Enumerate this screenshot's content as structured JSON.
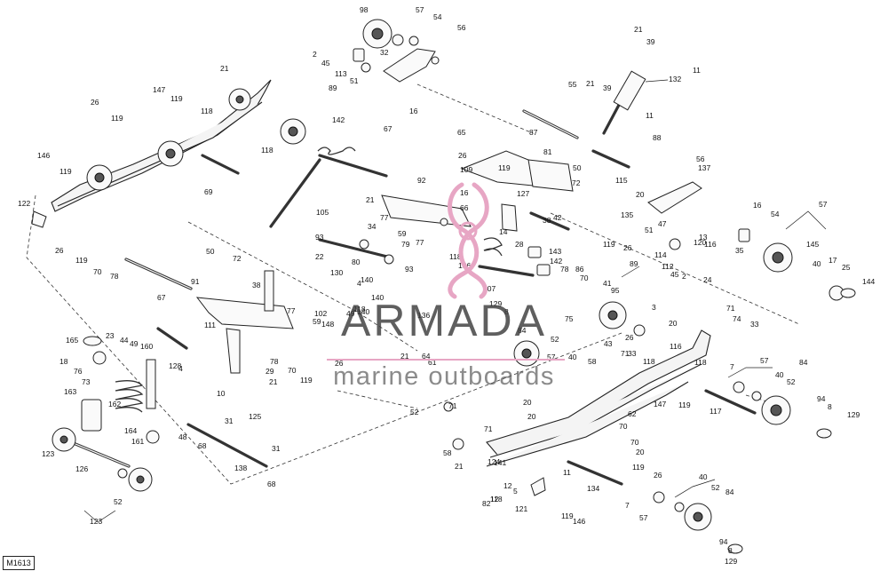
{
  "figure_code": "M1613",
  "watermark": {
    "brand": "ARMADA",
    "subtitle": "marine outboards"
  },
  "colors": {
    "accent": "#e7a6c4",
    "line": "#222222",
    "paper": "#ffffff"
  },
  "callouts": [
    [
      "98",
      "57",
      "54",
      "56",
      "21",
      "39",
      "11"
    ],
    [
      "2",
      "45",
      "113",
      "51",
      "32",
      "16",
      "132"
    ],
    [
      "21",
      "147",
      "119",
      "118",
      "89",
      "142",
      "55",
      "21",
      "39",
      "11"
    ],
    [
      "26",
      "119",
      "118",
      "67",
      "65",
      "87",
      "88",
      "26",
      "109",
      "119",
      "50",
      "81"
    ],
    [
      "146",
      "119",
      "69",
      "105",
      "21",
      "92",
      "16",
      "127",
      "72",
      "56",
      "137",
      "115",
      "20"
    ],
    [
      "122",
      "77",
      "34",
      "66",
      "38",
      "42",
      "47",
      "135",
      "16",
      "54",
      "57",
      "98"
    ],
    [
      "26",
      "119",
      "70",
      "78",
      "93",
      "22",
      "80",
      "59",
      "79",
      "77",
      "118",
      "136",
      "14",
      "28",
      "143",
      "120",
      "13",
      "119",
      "26",
      "51",
      "114",
      "112",
      "45",
      "2",
      "24",
      "116",
      "35",
      "145",
      "40",
      "17",
      "25",
      "144",
      "129"
    ],
    [
      "50",
      "72",
      "93",
      "130",
      "4",
      "140",
      "107",
      "142",
      "78",
      "86",
      "70",
      "89",
      "41",
      "95"
    ],
    [
      "91",
      "67",
      "38",
      "77",
      "102",
      "140",
      "49",
      "148",
      "8",
      "129",
      "75",
      "3",
      "71",
      "74",
      "33",
      "43"
    ],
    [
      "165",
      "23",
      "44",
      "49",
      "111",
      "160",
      "140",
      "59",
      "118",
      "136",
      "52",
      "84",
      "21",
      "64",
      "61",
      "40",
      "57",
      "58",
      "71",
      "33",
      "20",
      "116",
      "26",
      "118",
      "57",
      "84",
      "40",
      "52",
      "7",
      "118",
      "117",
      "94",
      "8",
      "129"
    ],
    [
      "18",
      "76",
      "73",
      "128",
      "4",
      "10",
      "29",
      "21",
      "78",
      "70",
      "119",
      "26",
      "52",
      "71",
      "20",
      "147",
      "119",
      "20",
      "58",
      "21",
      "71",
      "124",
      "141",
      "62",
      "70",
      "70",
      "20",
      "20",
      "118"
    ],
    [
      "163",
      "162",
      "164",
      "161",
      "48",
      "68",
      "31",
      "125",
      "138",
      "31",
      "68",
      "82",
      "12",
      "118",
      "5",
      "121",
      "12",
      "11",
      "134",
      "119",
      "146",
      "7",
      "26",
      "119",
      "57",
      "40",
      "52",
      "84",
      "94",
      "8",
      "129"
    ],
    [
      "123",
      "126",
      "52",
      "123"
    ]
  ]
}
